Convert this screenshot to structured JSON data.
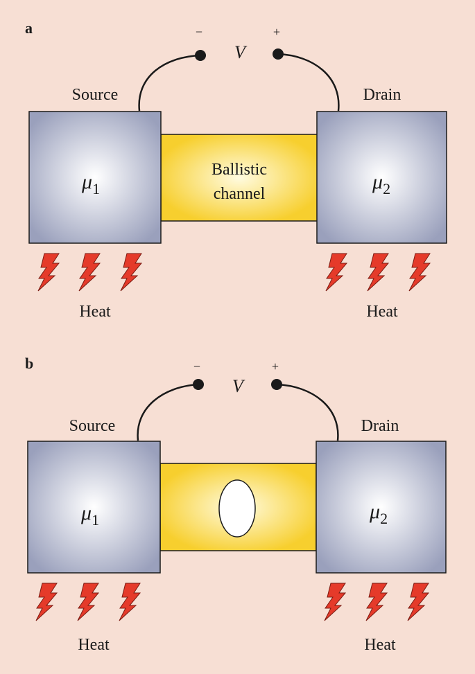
{
  "figure": {
    "background": "#f7dfd4",
    "colors": {
      "reservoir_edge": "#9aa0bc",
      "reservoir_center": "#ffffff",
      "channel_edge": "#f7cf2e",
      "channel_center": "#fffbe0",
      "bolt": "#e53a2a",
      "wire": "#1a1a1a"
    },
    "panels": [
      {
        "letter": "a",
        "minus": "−",
        "plus": "+",
        "voltage": "V",
        "source_label": "Source",
        "drain_label": "Drain",
        "mu_left": "μ",
        "mu_left_sub": "1",
        "mu_right": "μ",
        "mu_right_sub": "2",
        "channel_line1": "Ballistic",
        "channel_line2": "channel",
        "heat_left": "Heat",
        "heat_right": "Heat",
        "has_scatterer": false
      },
      {
        "letter": "b",
        "minus": "−",
        "plus": "+",
        "voltage": "V",
        "source_label": "Source",
        "drain_label": "Drain",
        "mu_left": "μ",
        "mu_left_sub": "1",
        "mu_right": "μ",
        "mu_right_sub": "2",
        "channel_line1": "",
        "channel_line2": "",
        "heat_left": "Heat",
        "heat_right": "Heat",
        "has_scatterer": true
      }
    ]
  }
}
